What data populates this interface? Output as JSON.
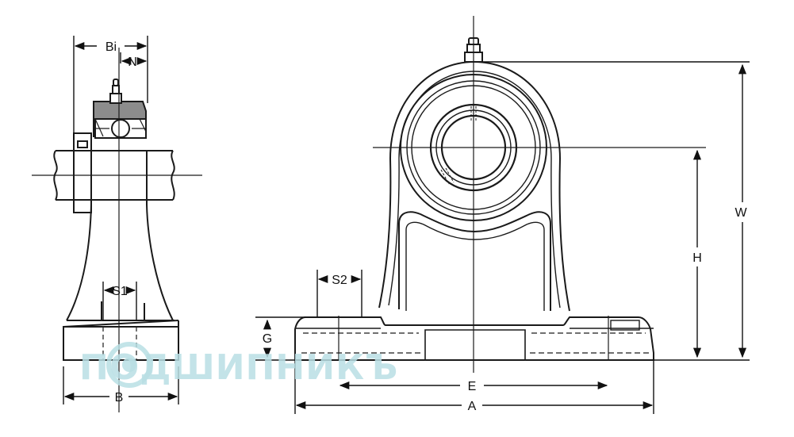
{
  "labels": {
    "bi": "Bi",
    "n": "N",
    "s1": "S1",
    "b": "B",
    "s2": "S2",
    "g": "G",
    "h": "H",
    "w": "W",
    "e": "E",
    "a": "A"
  },
  "watermark": {
    "text": "ПОДШИПНИКЪ",
    "color": "#b9dfe4"
  },
  "colors": {
    "line": "#1a1a1a",
    "shaded": "#8c8c8c"
  }
}
